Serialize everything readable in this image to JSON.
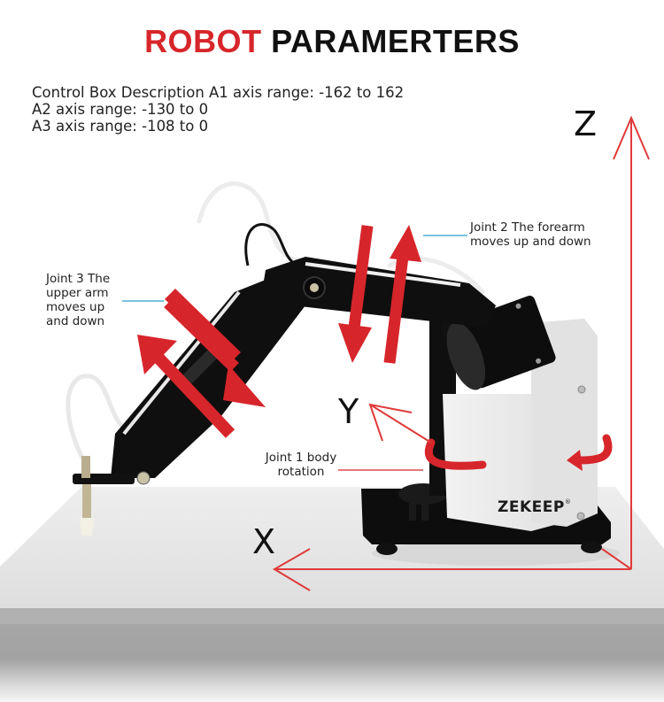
{
  "title": {
    "highlight": "ROBOT",
    "rest": "PARAMERTERS"
  },
  "description": {
    "lines": [
      "Control Box Description  A1 axis range: -162 to 162",
      "A2 axis range: -130 to 0",
      "A3 axis range: -108 to 0"
    ]
  },
  "callouts": {
    "joint2": [
      "Joint 2 The forearm",
      "moves up and down"
    ],
    "joint3": [
      "Joint 3 The",
      "upper arm",
      "moves up",
      "and down"
    ],
    "joint1": [
      "Joint 1 body",
      "rotation"
    ]
  },
  "axes": {
    "x": "X",
    "y": "Y",
    "z": "Z"
  },
  "brand": {
    "name": "ZEKEEP",
    "mark": "®"
  },
  "colors": {
    "accent_red": "#d7262b",
    "axis_red": "#e03a3a",
    "leader_blue": "#2a9fd0",
    "robot_black": "#111111",
    "body_white": "#ececec",
    "table_top": "#e4e4e4",
    "table_front": "#a9a9a9"
  }
}
